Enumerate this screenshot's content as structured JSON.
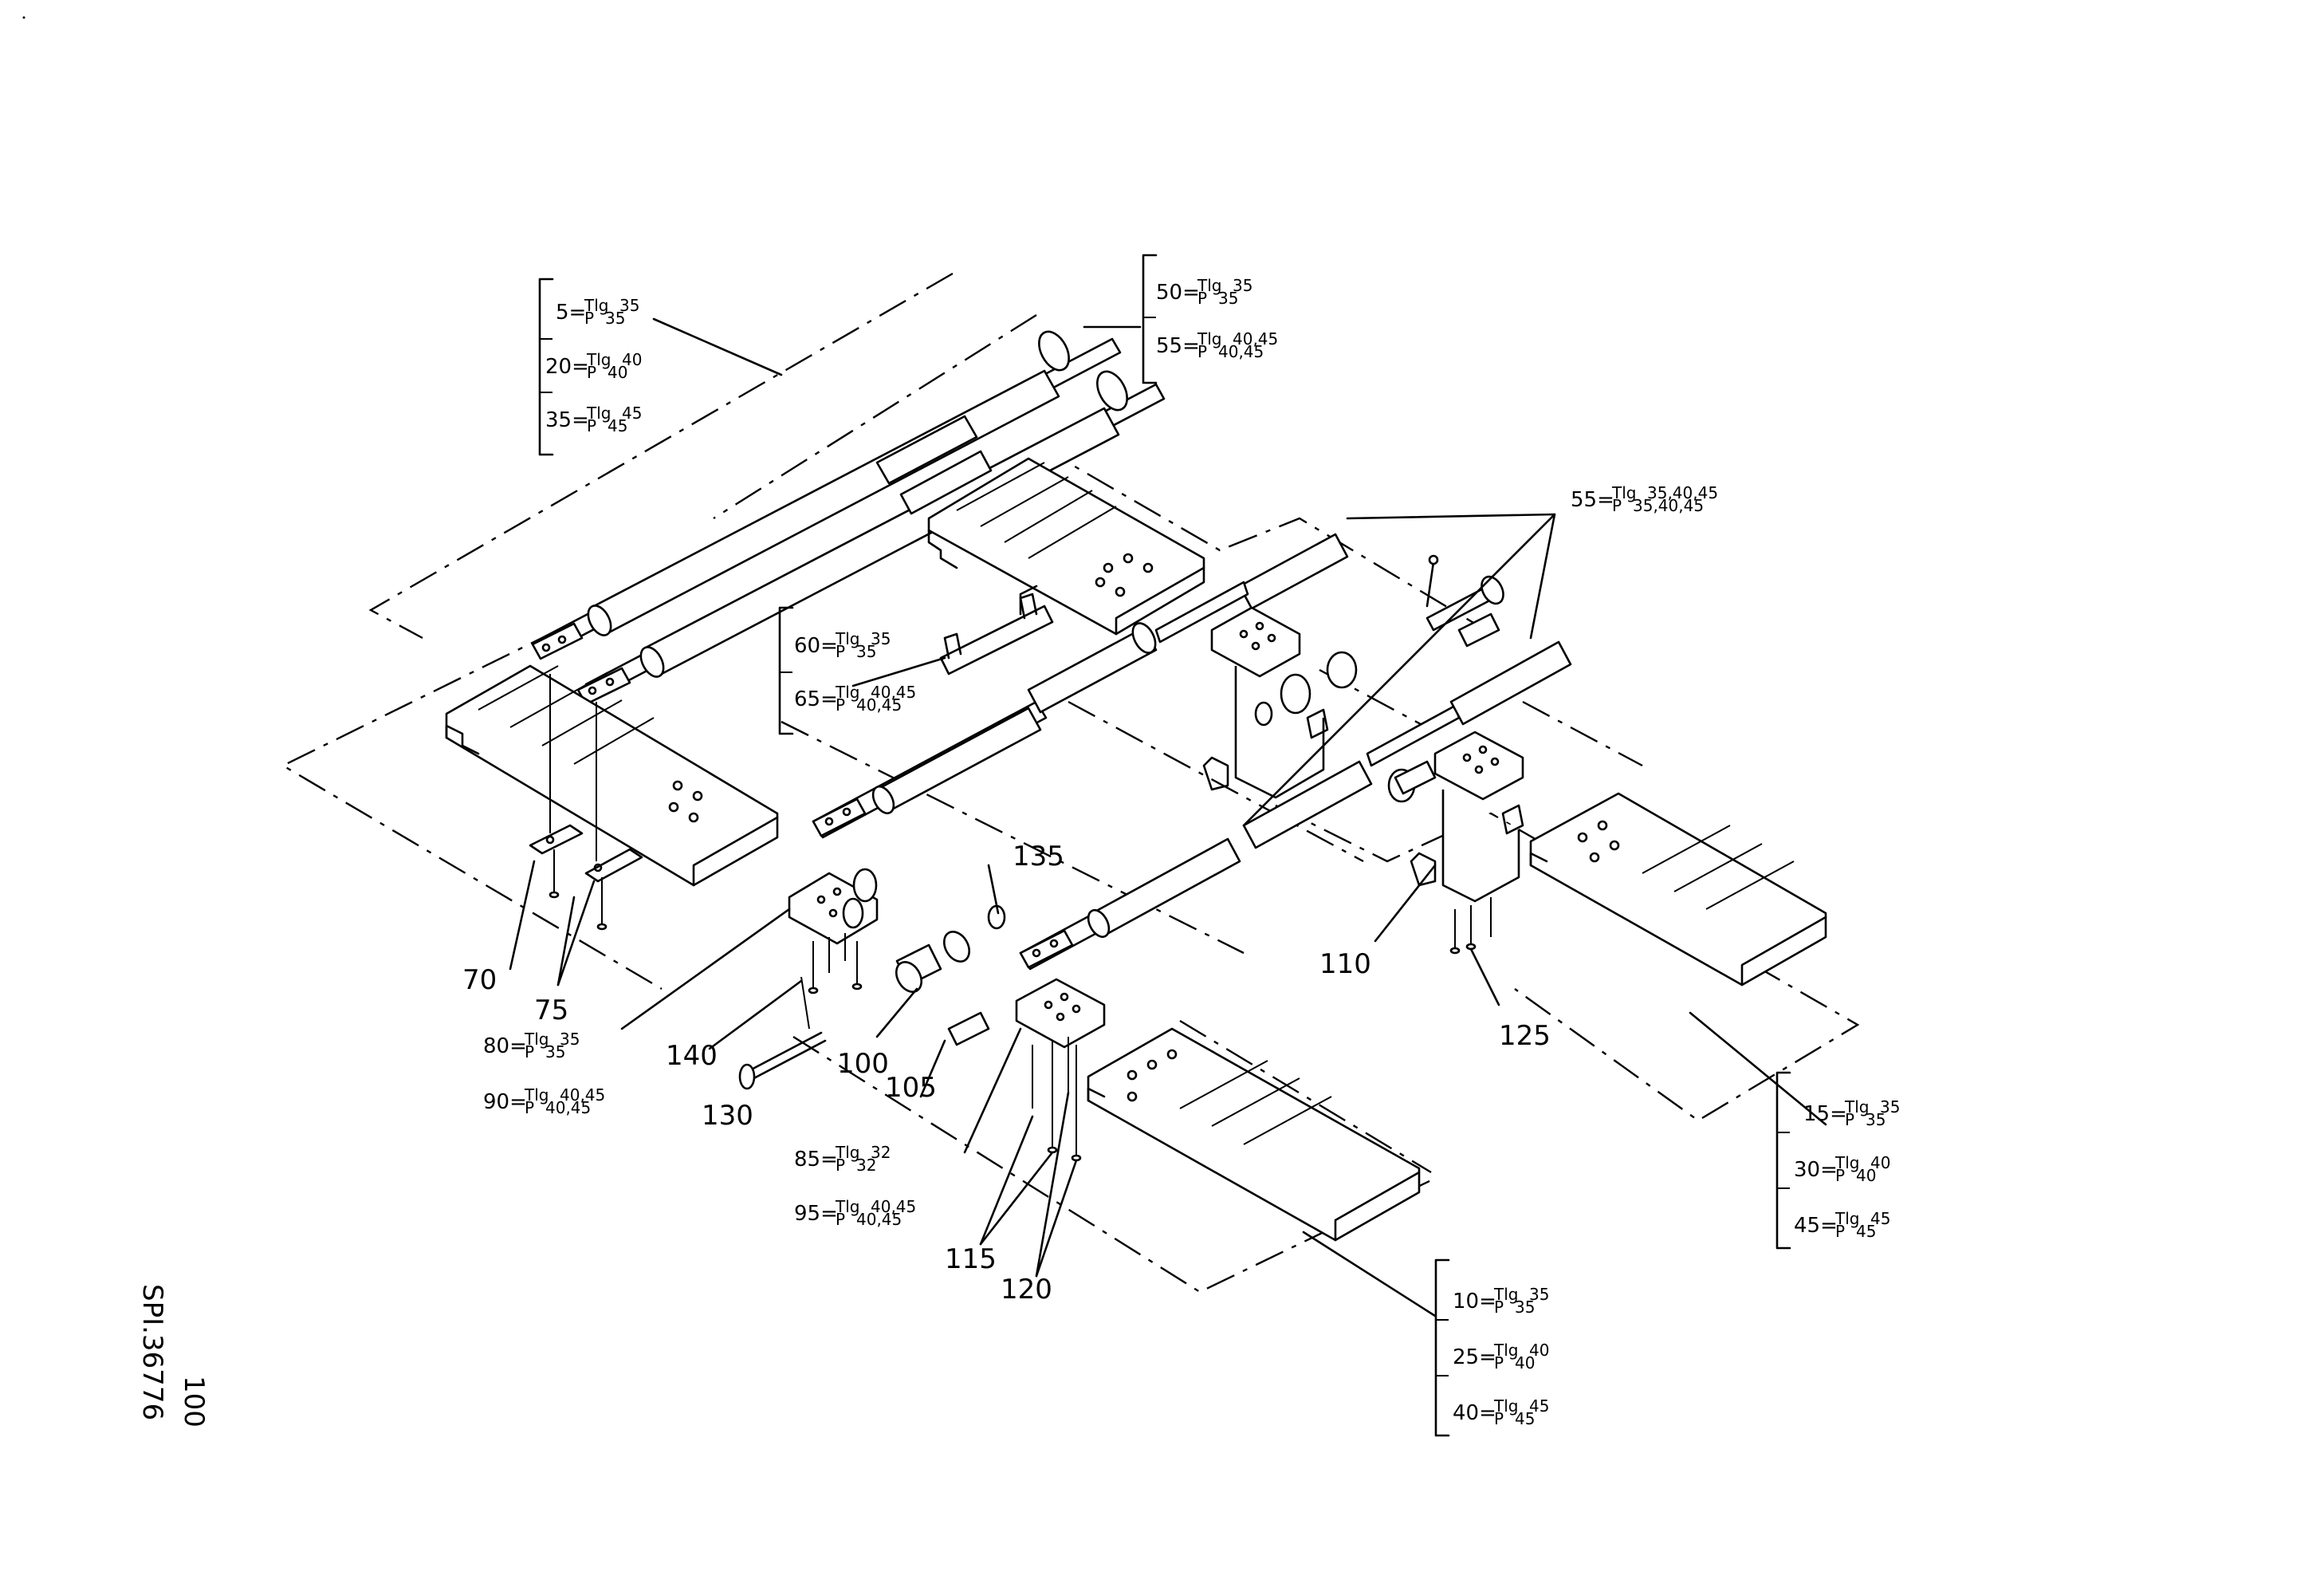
{
  "drawing_ref": "SPI.36776",
  "page_number": "100",
  "callouts": [
    "70",
    "75",
    "80",
    "85",
    "90",
    "95",
    "100",
    "105",
    "110",
    "115",
    "120",
    "125",
    "130",
    "135",
    "140"
  ],
  "groups": {
    "g1": [
      {
        "n": "5=",
        "t": "Tlg",
        "p": "P",
        "a": "35",
        "b": "35"
      },
      {
        "n": "20=",
        "t": "Tlg",
        "p": "P",
        "a": "40",
        "b": "40"
      },
      {
        "n": "35=",
        "t": "Tlg",
        "p": "P",
        "a": "45",
        "b": "45"
      }
    ],
    "g2": [
      {
        "n": "50=",
        "t": "Tlg",
        "p": "P",
        "a": "35",
        "b": "35"
      },
      {
        "n": "55=",
        "t": "Tlg",
        "p": "P",
        "a": "40,45",
        "b": "40,45"
      }
    ],
    "g3": [
      {
        "n": "55=",
        "t": "Tlg",
        "p": "P",
        "a": "35,40,45",
        "b": "35,40,45"
      }
    ],
    "g4": [
      {
        "n": "60=",
        "t": "Tlg",
        "p": "P",
        "a": "35",
        "b": "35"
      },
      {
        "n": "65=",
        "t": "Tlg",
        "p": "P",
        "a": "40,45",
        "b": "40,45"
      }
    ],
    "g5": [
      {
        "n": "80=",
        "t": "Tlg",
        "p": "P",
        "a": "35",
        "b": "35"
      },
      {
        "n": "90=",
        "t": "Tlg",
        "p": "P",
        "a": "40,45",
        "b": "40,45"
      }
    ],
    "g6": [
      {
        "n": "85=",
        "t": "Tlg",
        "p": "P",
        "a": "32",
        "b": "32"
      },
      {
        "n": "95=",
        "t": "Tlg",
        "p": "P",
        "a": "40,45",
        "b": "40,45"
      }
    ],
    "g7": [
      {
        "n": "15=",
        "t": "Tlg",
        "p": "P",
        "a": "35",
        "b": "35"
      },
      {
        "n": "30=",
        "t": "Tlg",
        "p": "P",
        "a": "40",
        "b": "40"
      },
      {
        "n": "45=",
        "t": "Tlg",
        "p": "P",
        "a": "45",
        "b": "45"
      }
    ],
    "g8": [
      {
        "n": "10=",
        "t": "Tlg",
        "p": "P",
        "a": "35",
        "b": "35"
      },
      {
        "n": "25=",
        "t": "Tlg",
        "p": "P",
        "a": "40",
        "b": "40"
      },
      {
        "n": "40=",
        "t": "Tlg",
        "p": "P",
        "a": "45",
        "b": "45"
      }
    ]
  }
}
